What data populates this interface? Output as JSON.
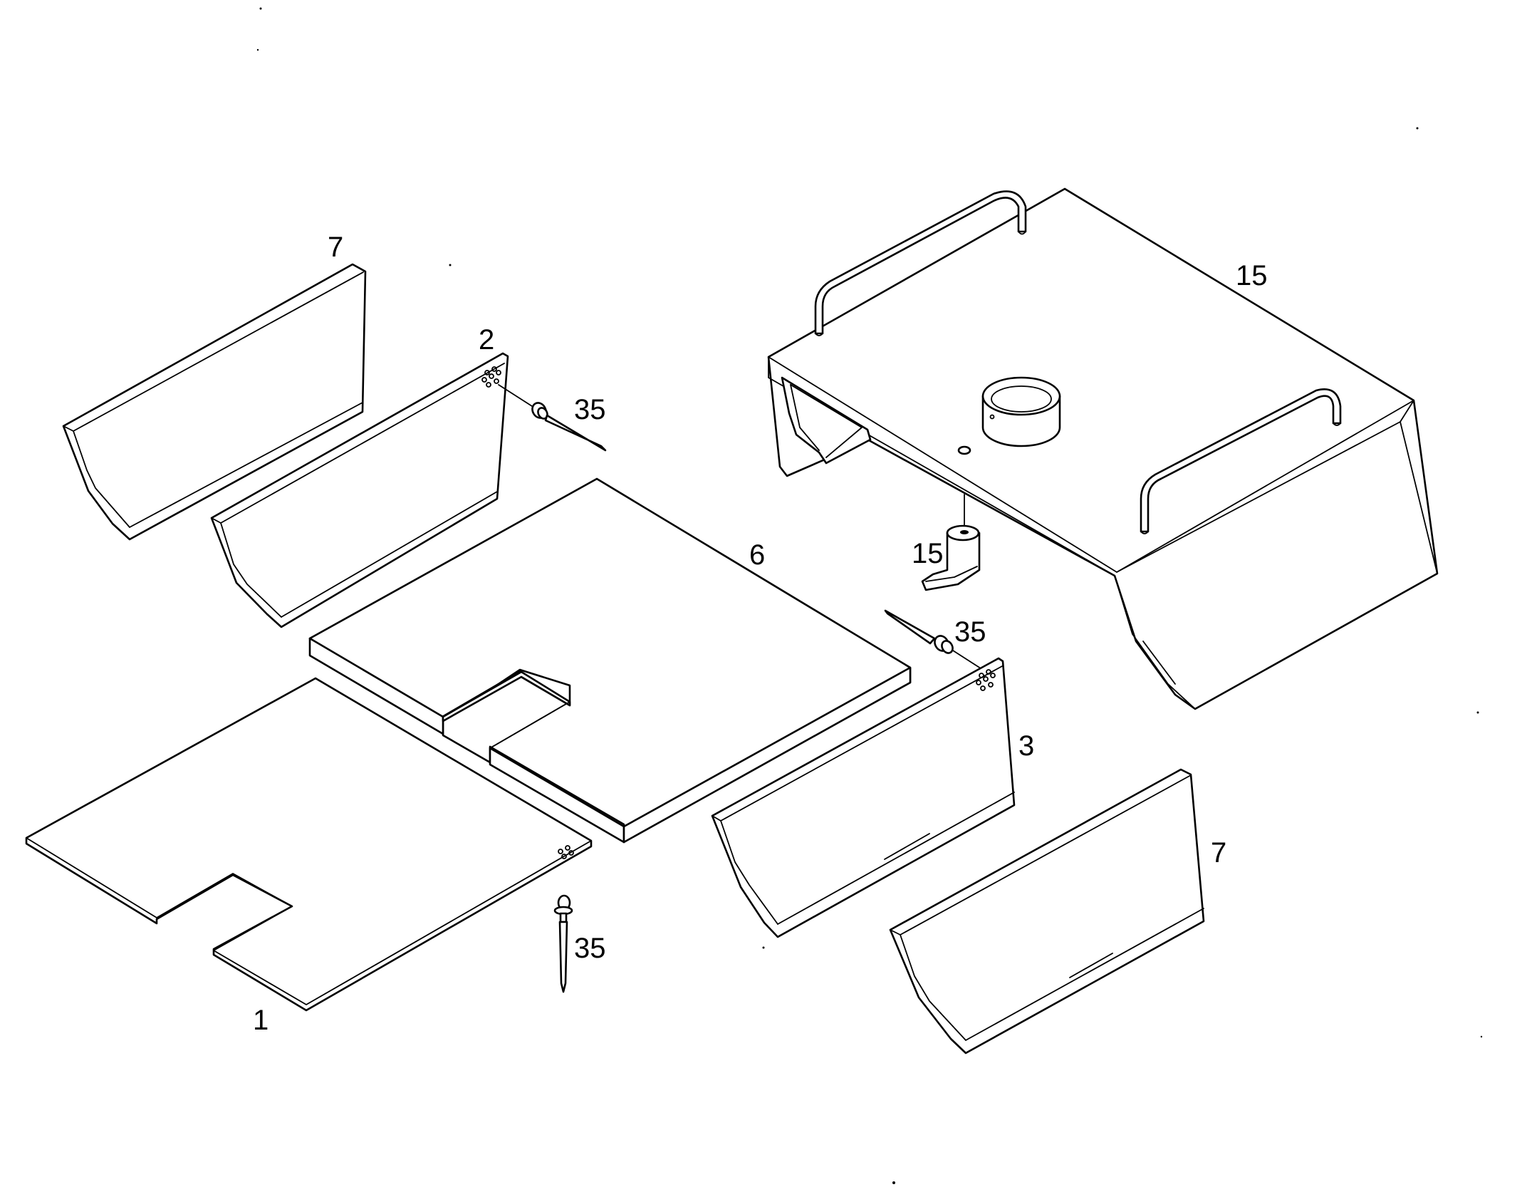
{
  "callouts": {
    "panel_top_left": "7",
    "panel_2": "2",
    "fastener_upper": "35",
    "base_board": "6",
    "hood": "15",
    "clamp": "15",
    "fastener_middle": "35",
    "panel_3": "3",
    "panel_bottom_right": "7",
    "fastener_lower": "35",
    "floor_plate": "1"
  }
}
